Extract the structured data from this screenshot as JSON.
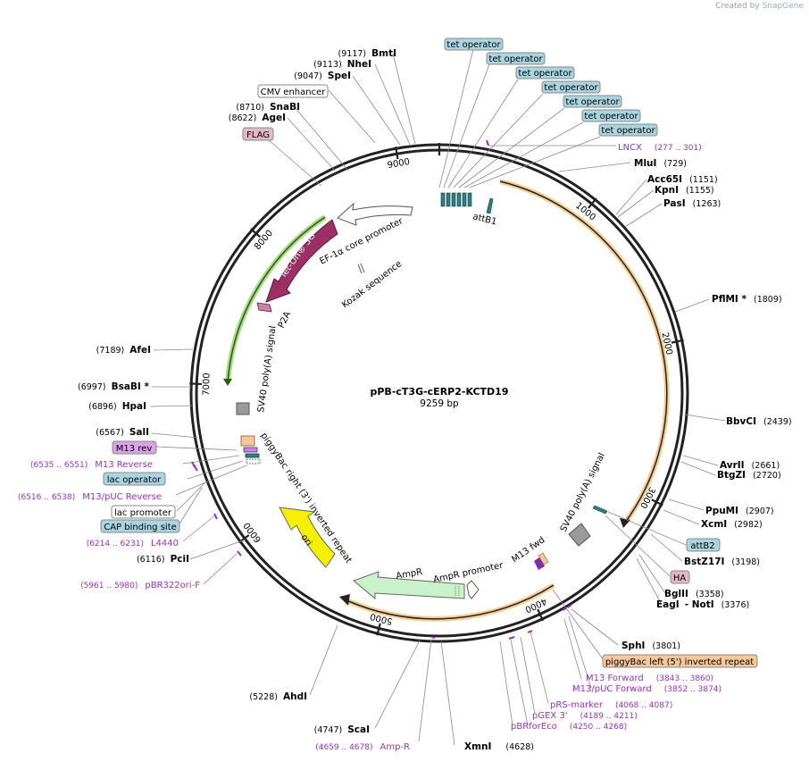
{
  "credit": {
    "prefix": "Created by",
    "brand": "SnapGene"
  },
  "plasmid": {
    "name": "pPB-cT3G-cERP2-KCTD19",
    "size": "9259 bp"
  },
  "ticks": [
    "1000",
    "2000",
    "3000",
    "4000",
    "5000",
    "6000",
    "7000",
    "8000",
    "9000"
  ],
  "sites_right": [
    {
      "name": "MluI",
      "pos": "(729)"
    },
    {
      "name": "Acc65I",
      "pos": "(1151)"
    },
    {
      "name": "KpnI",
      "pos": "(1155)"
    },
    {
      "name": "PasI",
      "pos": "(1263)"
    },
    {
      "name": "PflMI *",
      "pos": "(1809)"
    },
    {
      "name": "BbvCI",
      "pos": "(2439)"
    },
    {
      "name": "AvrII",
      "pos": "(2661)"
    },
    {
      "name": "BtgZI",
      "pos": "(2720)"
    },
    {
      "name": "PpuMI",
      "pos": "(2907)"
    },
    {
      "name": "XcmI",
      "pos": "(2982)"
    },
    {
      "name": "BstZ17I",
      "pos": "(3198)"
    },
    {
      "name": "BglII",
      "pos": "(3358)"
    },
    {
      "name": "EagI",
      "sep": "- NotI",
      "pos": "(3376)"
    },
    {
      "name": "SphI",
      "pos": "(3801)"
    }
  ],
  "sites_left": [
    {
      "name": "BmtI",
      "pos": "(9117)"
    },
    {
      "name": "NheI",
      "pos": "(9113)"
    },
    {
      "name": "SpeI",
      "pos": "(9047)"
    },
    {
      "name": "SnaBI",
      "pos": "(8710)"
    },
    {
      "name": "AgeI",
      "pos": "(8622)"
    },
    {
      "name": "AfeI",
      "pos": "(7189)"
    },
    {
      "name": "BsaBI *",
      "pos": "(6997)"
    },
    {
      "name": "HpaI",
      "pos": "(6896)"
    },
    {
      "name": "SalI",
      "pos": "(6567)"
    },
    {
      "name": "PciI",
      "pos": "(6116)"
    },
    {
      "name": "AhdI",
      "pos": "(5228)"
    },
    {
      "name": "ScaI",
      "pos": "(4747)"
    },
    {
      "name": "XmnI",
      "pos": "(4628)"
    }
  ],
  "tet_operator": "tet operator",
  "boxes": {
    "cmv": "CMV enhancer",
    "flag": "FLAG",
    "m13rev": "M13 rev",
    "lacop": "lac operator",
    "lacprom": "lac promoter",
    "cap": "CAP binding site",
    "attb2": "attB2",
    "ha": "HA",
    "pbleft": "piggyBac left (5') inverted repeat"
  },
  "primers": [
    {
      "name": "LNCX",
      "range": "(277 .. 301)"
    },
    {
      "name": "M13 Reverse",
      "range": "(6535 .. 6551)"
    },
    {
      "name": "M13/pUC Reverse",
      "range": "(6516 .. 6538)"
    },
    {
      "name": "L4440",
      "range": "(6214 .. 6231)"
    },
    {
      "name": "pBR322ori-F",
      "range": "(5961 .. 5980)"
    },
    {
      "name": "M13 Forward",
      "range": "(3843 .. 3860)"
    },
    {
      "name": "M13/pUC Forward",
      "range": "(3852 .. 3874)"
    },
    {
      "name": "pRS-marker",
      "range": "(4068 .. 4087)"
    },
    {
      "name": "pGEX 3'",
      "range": "(4189 .. 4211)"
    },
    {
      "name": "pBRforEco",
      "range": "(4250 .. 4268)"
    },
    {
      "name": "Amp-R",
      "range": "(4659 .. 4678)"
    }
  ],
  "features": {
    "attb1": "attB1",
    "ef1a": "EF-1α core promoter",
    "teton": "Tet-On® 3G",
    "kozak": "Kozak sequence",
    "p2a": "P2A",
    "sv40a": "SV40 poly(A) signal",
    "pbright": "piggyBac right (3') inverted repeat",
    "ori": "ori",
    "ampr": "AmpR",
    "amprprom": "AmpR promoter",
    "m13fwd": "M13 fwd",
    "sv40b": "SV40 poly(A) signal"
  },
  "colors": {
    "backbone": "#222222",
    "primer": "#9b2fd0",
    "tet_box": "#a9d4e0",
    "flag_box": "#e2b8c6",
    "m13rev_box": "#d9a3e6",
    "cap_box": "#a9d4e0",
    "pbleft_box": "#f5c79c",
    "orange_arc": "#f0a53a",
    "green_arc": "#66bb22",
    "teton_arrow": "#9c2f63",
    "ori": "#f5ef00",
    "ampr": "#c9f2c9",
    "feature_teal": "#2f7f86"
  }
}
